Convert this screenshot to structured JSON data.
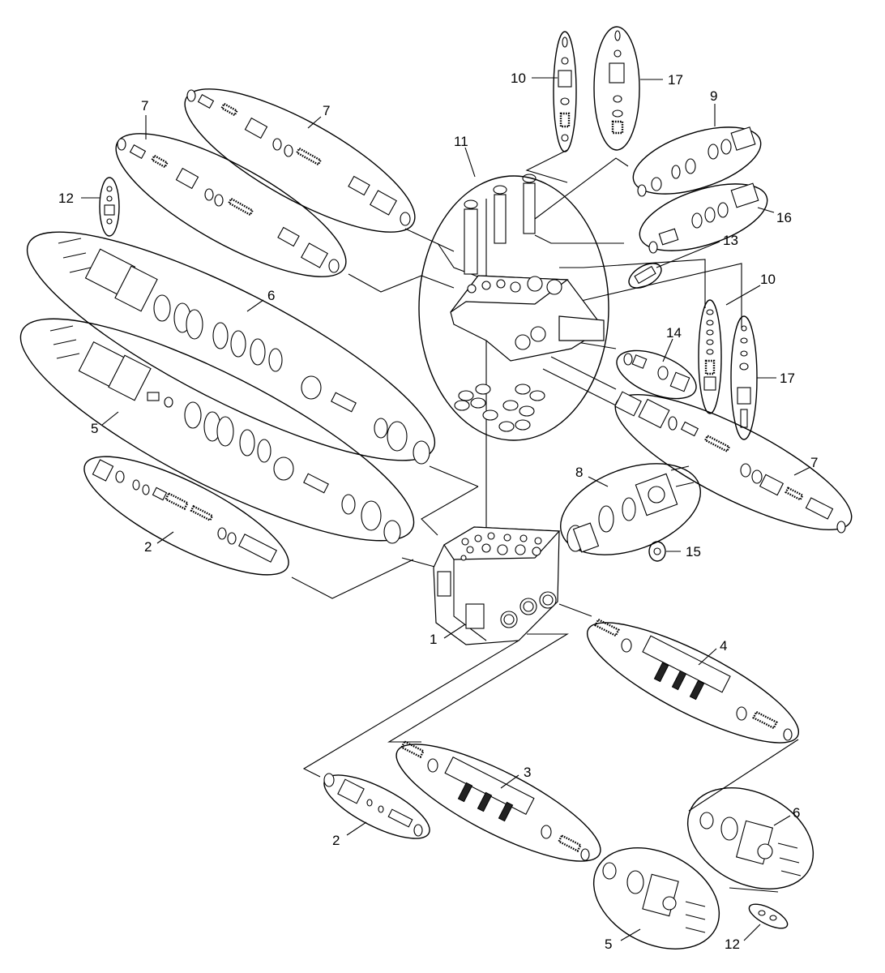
{
  "callouts": {
    "c1": "1",
    "c2a": "2",
    "c2b": "2",
    "c3": "3",
    "c4": "4",
    "c5a": "5",
    "c5b": "5",
    "c6a": "6",
    "c6b": "6",
    "c7a": "7",
    "c7b": "7",
    "c7c": "7",
    "c8": "8",
    "c9": "9",
    "c10a": "10",
    "c10b": "10",
    "c11": "11",
    "c12a": "12",
    "c12b": "12",
    "c13": "13",
    "c14": "14",
    "c15": "15",
    "c16": "16",
    "c17a": "17",
    "c17b": "17"
  },
  "colors": {
    "ink": "#000000",
    "paper": "#ffffff"
  }
}
